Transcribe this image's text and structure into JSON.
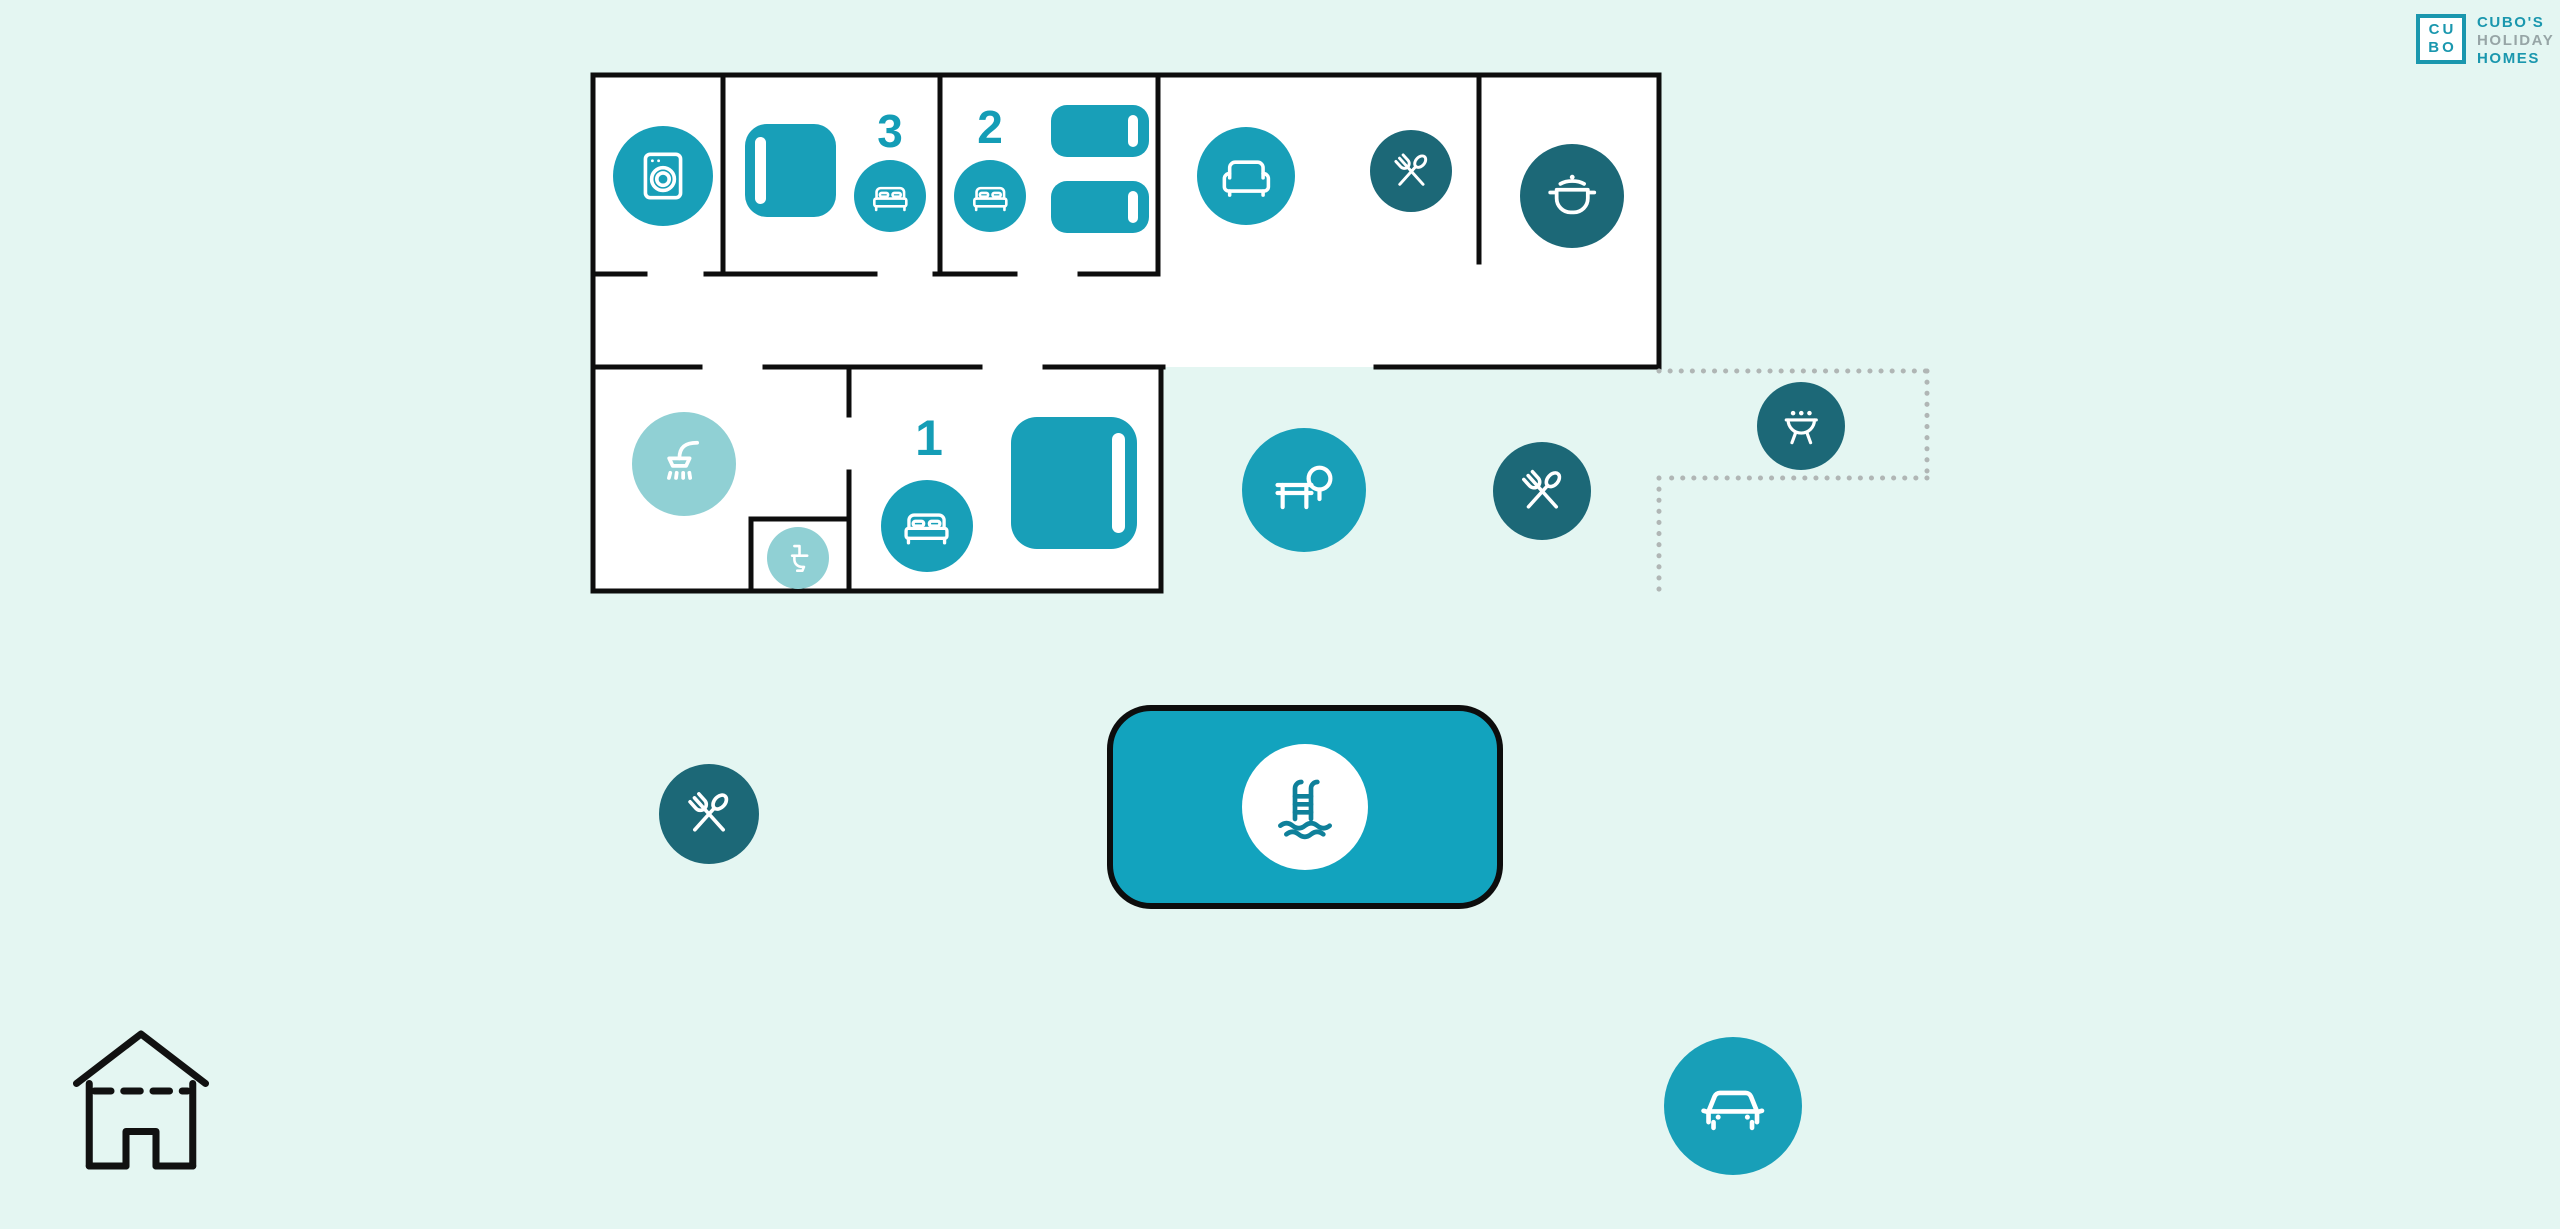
{
  "logo": {
    "square_top": "CU",
    "square_bottom": "BO",
    "lines": [
      "CUBO'S",
      "HOLIDAY",
      "HOMES"
    ]
  },
  "rooms": {
    "bedroom1": "1",
    "bedroom2": "2",
    "bedroom3": "3"
  },
  "colors": {
    "background": "#e4f6f2",
    "teal": "#189fb8",
    "dark_teal": "#1c6877",
    "light_teal": "#90d0d4",
    "pool_fill": "#12a3be",
    "wall_black": "#0d0d0d",
    "dotted_gray": "#b0b6b5",
    "number_teal": "#149db6",
    "logo_teal": "#1a97ae",
    "logo_gray": "#97a5a6"
  },
  "icons": [
    "washing-machine-icon",
    "double-bed-icon",
    "single-bed-shape",
    "sofa-icon",
    "cutlery-icon",
    "cooking-pot-icon",
    "shower-icon",
    "toilet-icon",
    "garden-bench-icon",
    "bbq-grill-icon",
    "pool-ladder-icon",
    "car-icon",
    "house-icon"
  ]
}
